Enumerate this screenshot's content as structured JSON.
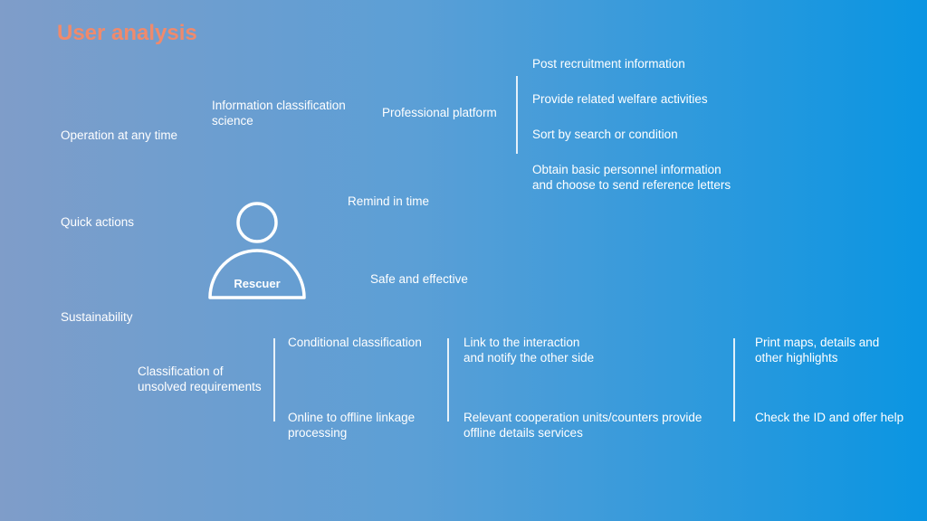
{
  "title": "User analysis",
  "persona": {
    "label": "Rescuer",
    "icon": "person-icon"
  },
  "left_column": [
    "Operation at any time",
    "Quick actions",
    "Sustainability"
  ],
  "info_classification": [
    "Information classification",
    "science"
  ],
  "professional_platform": "Professional platform",
  "platform_items": [
    [
      "Post recruitment information"
    ],
    [
      "Provide related welfare activities"
    ],
    [
      "Sort by search or condition"
    ],
    [
      "Obtain basic personnel information",
      "and choose to send reference letters"
    ]
  ],
  "remind_in_time": "Remind in time",
  "safe_and_effective": "Safe and effective",
  "classification_unsolved": [
    "Classification of",
    "unsolved requirements"
  ],
  "conditional_classification": "Conditional classification",
  "online_offline": [
    "Online to offline linkage",
    "processing"
  ],
  "link_interaction": [
    "Link to the interaction",
    "and notify the other side"
  ],
  "cooperation_units": [
    "Relevant cooperation units/counters provide",
    "offline details services"
  ],
  "print_maps": [
    "Print maps, details and",
    "other highlights"
  ],
  "check_id": "Check the ID and offer help"
}
